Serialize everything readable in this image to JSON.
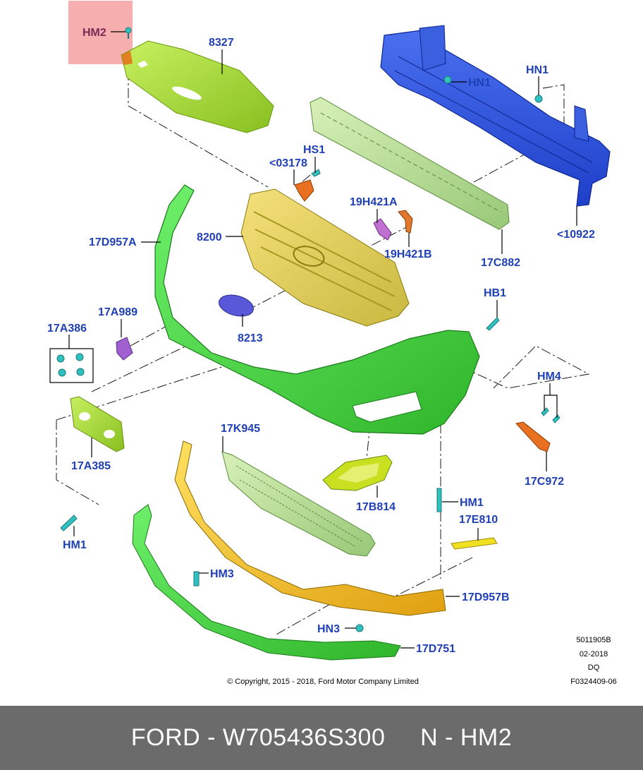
{
  "labels": {
    "hm2_top": "HM2",
    "p8327": "8327",
    "hn1_a": "HN1",
    "hn1_b": "HN1",
    "hs1": "HS1",
    "p03178": "<03178",
    "p19h421a": "19H421A",
    "p19h421b": "19H421B",
    "p17d957a": "17D957A",
    "p8200": "8200",
    "p10922": "<10922",
    "p17c882": "17C882",
    "p17a989": "17A989",
    "p8213": "8213",
    "p17a386": "17A386",
    "hb1": "HB1",
    "hm4": "HM4",
    "p17a385": "17A385",
    "p17k945": "17K945",
    "p17c972": "17C972",
    "p17b814": "17B814",
    "hm1_left": "HM1",
    "hm1_right": "HM1",
    "p17e810": "17E810",
    "hm3": "HM3",
    "p17d957b": "17D957B",
    "hn3": "HN3",
    "p17d751": "17D751"
  },
  "meta": {
    "line1": "5011905B",
    "line2": "02-2018",
    "line3": "DQ",
    "line4": "F0324409-06",
    "copyright": "© Copyright, 2015 - 2018, Ford Motor Company Limited"
  },
  "footer": {
    "brand": "FORD",
    "part_number": "W705436S300",
    "callout_letter": "N",
    "callout_code": "HM2",
    "text": "FORD - W705436S300     N - HM2"
  },
  "colors": {
    "highlight": "#f08080",
    "callout_text": "#1f3fb5",
    "footer_bg": "#6b6b6b"
  }
}
